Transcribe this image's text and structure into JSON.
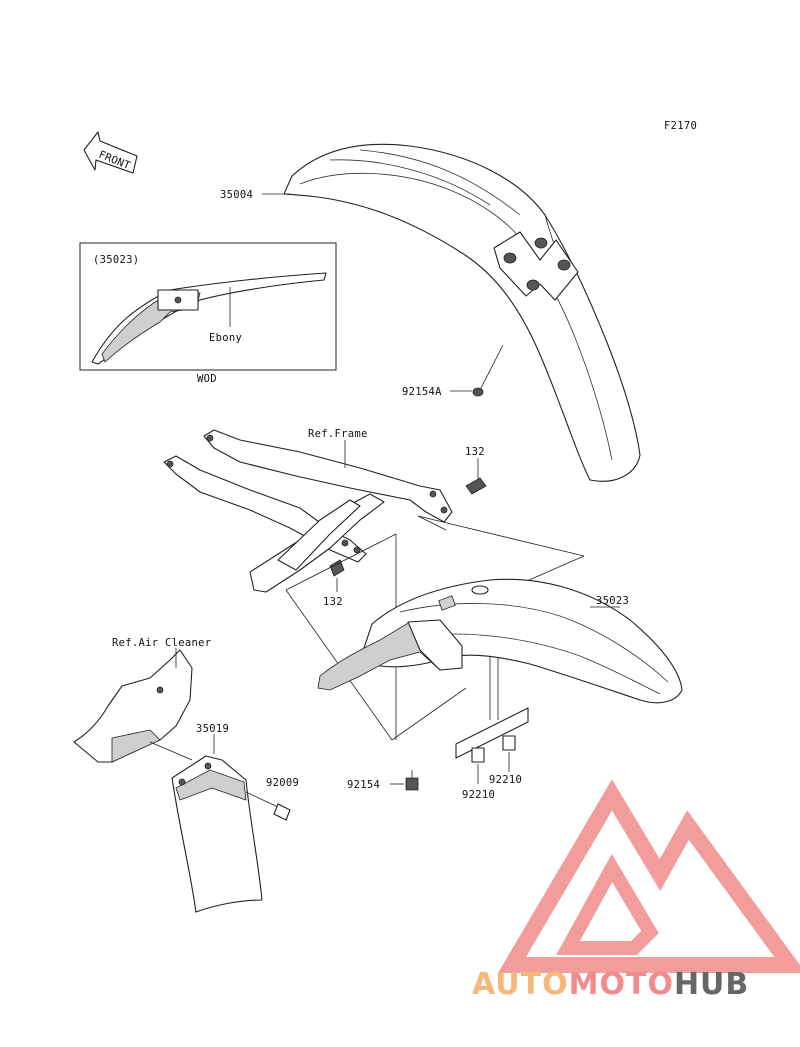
{
  "figure_code": "F2170",
  "front_arrow_label": "FRONT",
  "callouts": {
    "p35004": "35004",
    "p35023_inset": "(35023)",
    "ebony": "Ebony",
    "wod": "WOD",
    "p92154A": "92154A",
    "ref_frame": "Ref.Frame",
    "p132_top": "132",
    "p132_bottom": "132",
    "p35023": "35023",
    "ref_air_cleaner": "Ref.Air Cleaner",
    "p35019": "35019",
    "p92009": "92009",
    "p92154": "92154",
    "p92210_left": "92210",
    "p92210_right": "92210"
  },
  "watermark": {
    "part1": "AUTO",
    "part2": "MOTO",
    "part3": "HUB",
    "color1": "#f5b87a",
    "color2": "#f28b8b",
    "color3": "#666666",
    "logo_color": "#f28b8b"
  }
}
